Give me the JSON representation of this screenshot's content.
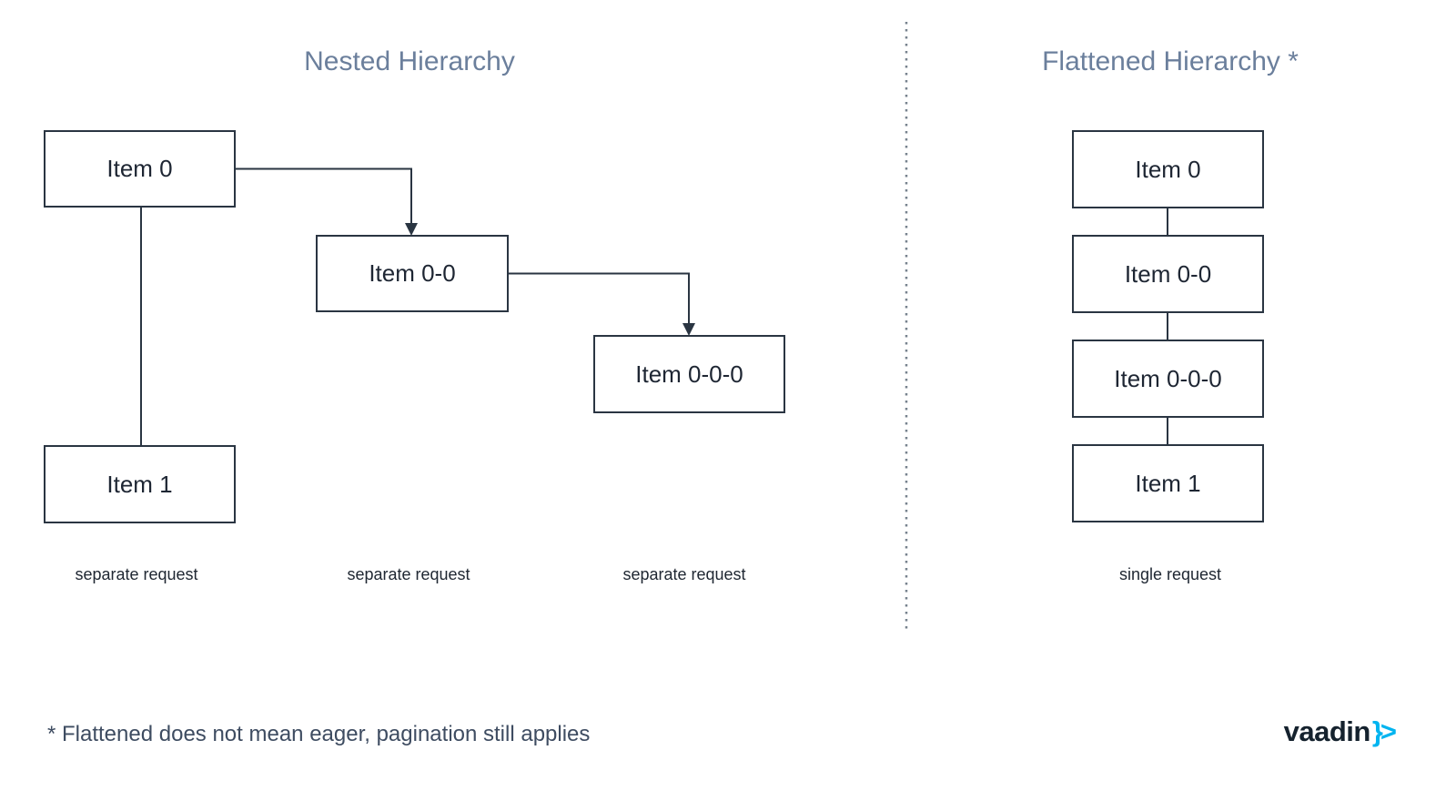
{
  "left_panel": {
    "title": "Nested Hierarchy",
    "nodes": [
      {
        "label": "Item 0"
      },
      {
        "label": "Item 0-0"
      },
      {
        "label": "Item 0-0-0"
      },
      {
        "label": "Item 1"
      }
    ],
    "request_labels": [
      "separate request",
      "separate request",
      "separate request"
    ]
  },
  "right_panel": {
    "title": "Flattened Hierarchy *",
    "nodes": [
      {
        "label": "Item 0"
      },
      {
        "label": "Item 0-0"
      },
      {
        "label": "Item 0-0-0"
      },
      {
        "label": "Item 1"
      }
    ],
    "request_label": "single request"
  },
  "footnote": "* Flattened does not mean eager, pagination still applies",
  "logo": {
    "wordmark": "vaadin",
    "symbol": "}>"
  },
  "colors": {
    "title": "#6b7f9c",
    "box_border": "#2a3542",
    "box_text": "#1e2633",
    "connector": "#2a3542",
    "divider_dots": "#77828e",
    "request_label": "#202833",
    "footnote": "#3e4c61",
    "logo_text": "#15222e",
    "logo_accent": "#00b4f0"
  }
}
